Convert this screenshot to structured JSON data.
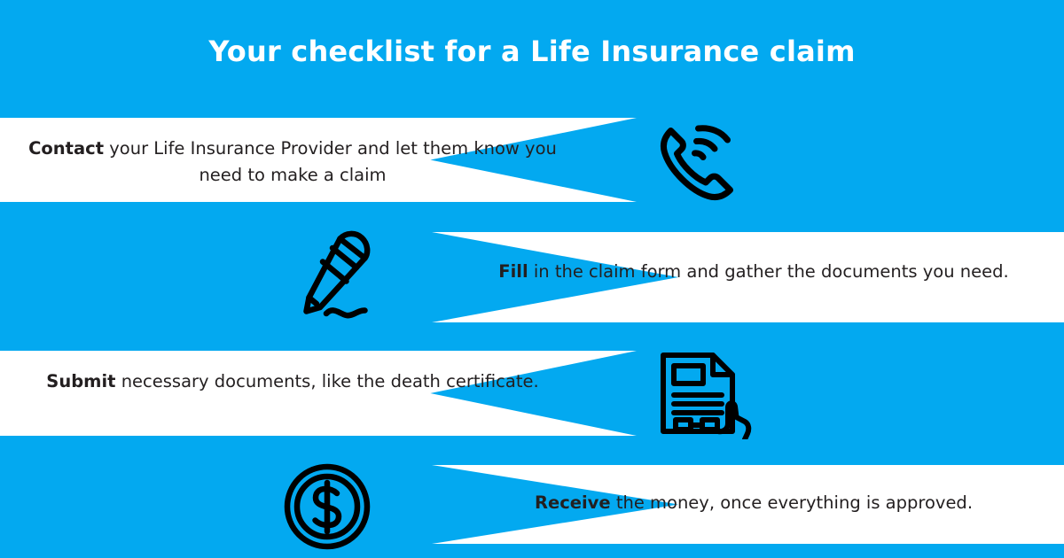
{
  "header": {
    "title": "Your checklist for a Life Insurance claim"
  },
  "colors": {
    "background_blue": "#03A9F0",
    "band_white": "#FFFFFF",
    "text_dark": "#231F20",
    "title_white": "#FFFFFF",
    "icon_stroke": "#000000"
  },
  "steps": [
    {
      "index": "1",
      "lead": "Contact",
      "rest": " your Life Insurance Provider and let them know you need to make a claim",
      "icon": "phone-call-icon",
      "band_side": "left",
      "icon_side": "right"
    },
    {
      "index": "2",
      "lead": "Fill",
      "rest": " in the claim form and gather the documents you need.",
      "icon": "pencil-signature-icon",
      "band_side": "right",
      "icon_side": "left"
    },
    {
      "index": "3",
      "lead": "Submit",
      "rest": " necessary documents, like the death certificate.",
      "icon": "document-in-hand-icon",
      "band_side": "left",
      "icon_side": "right"
    },
    {
      "index": "4",
      "lead": "Receive",
      "rest": " the money, once everything is approved.",
      "icon": "dollar-coin-icon",
      "band_side": "right",
      "icon_side": "left"
    }
  ]
}
